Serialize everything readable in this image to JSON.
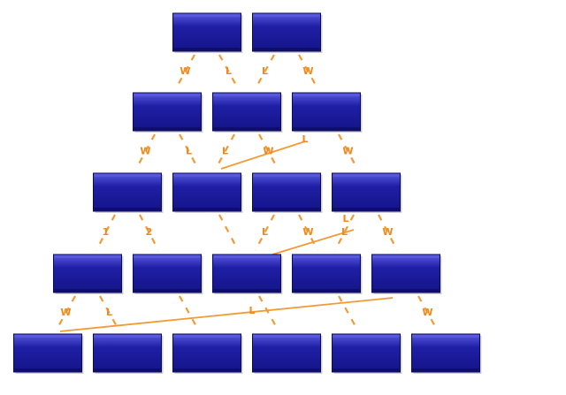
{
  "colors": {
    "box_fill": "#1f1fa6",
    "box_highlight": "#5a5ae0",
    "box_shadow": "#0a0a55",
    "connector": "#f39a36",
    "label": "#ef8a1e"
  },
  "rows": [
    {
      "boxes": 2
    },
    {
      "boxes": 3
    },
    {
      "boxes": 4
    },
    {
      "boxes": 5
    },
    {
      "boxes": 6
    }
  ],
  "edges": [
    {
      "from": [
        0,
        0
      ],
      "to": [
        1,
        0
      ],
      "label": "W"
    },
    {
      "from": [
        0,
        0
      ],
      "to": [
        1,
        1
      ],
      "label": "L"
    },
    {
      "from": [
        0,
        1
      ],
      "to": [
        1,
        1
      ],
      "label": "L"
    },
    {
      "from": [
        0,
        1
      ],
      "to": [
        1,
        2
      ],
      "label": "W"
    },
    {
      "from": [
        1,
        0
      ],
      "to": [
        2,
        0
      ],
      "label": "W"
    },
    {
      "from": [
        1,
        0
      ],
      "to": [
        2,
        1
      ],
      "label": "L"
    },
    {
      "from": [
        1,
        1
      ],
      "to": [
        2,
        1
      ],
      "label": "L"
    },
    {
      "from": [
        1,
        1
      ],
      "to": [
        2,
        2
      ],
      "label": "W"
    },
    {
      "from": [
        1,
        2
      ],
      "to": [
        2,
        3
      ],
      "label": "W"
    },
    {
      "from": [
        2,
        0
      ],
      "to": [
        3,
        0
      ],
      "label": "1"
    },
    {
      "from": [
        2,
        0
      ],
      "to": [
        3,
        1
      ],
      "label": "2"
    },
    {
      "from": [
        2,
        1
      ],
      "to": [
        3,
        2
      ],
      "label": ""
    },
    {
      "from": [
        2,
        2
      ],
      "to": [
        3,
        2
      ],
      "label": "L"
    },
    {
      "from": [
        2,
        2
      ],
      "to": [
        3,
        3
      ],
      "label": "W"
    },
    {
      "from": [
        2,
        3
      ],
      "to": [
        3,
        3
      ],
      "label": "L"
    },
    {
      "from": [
        2,
        3
      ],
      "to": [
        3,
        4
      ],
      "label": "W"
    },
    {
      "from": [
        3,
        0
      ],
      "to": [
        4,
        0
      ],
      "label": "W"
    },
    {
      "from": [
        3,
        0
      ],
      "to": [
        4,
        1
      ],
      "label": "L"
    },
    {
      "from": [
        3,
        1
      ],
      "to": [
        4,
        2
      ],
      "label": ""
    },
    {
      "from": [
        3,
        2
      ],
      "to": [
        4,
        3
      ],
      "label": ""
    },
    {
      "from": [
        3,
        3
      ],
      "to": [
        4,
        4
      ],
      "label": ""
    },
    {
      "from": [
        3,
        4
      ],
      "to": [
        4,
        5
      ],
      "label": "W"
    }
  ],
  "drop_labels": [
    {
      "text": "L"
    },
    {
      "text": "L"
    },
    {
      "text": "L"
    }
  ]
}
